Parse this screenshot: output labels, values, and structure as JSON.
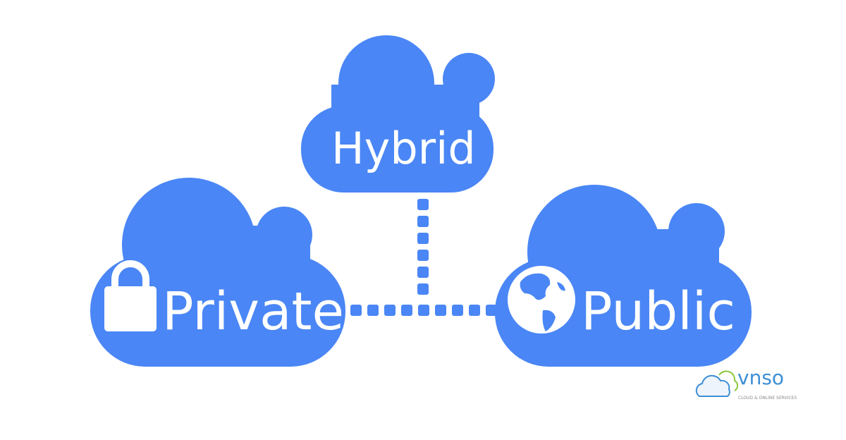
{
  "colors": {
    "cloud": "#4a86f5",
    "text": "#ffffff",
    "logo_blue": "#3d8fd6",
    "logo_green": "#8cc63f"
  },
  "clouds": [
    {
      "label": "Hybrid",
      "icon": ""
    },
    {
      "label": "Private",
      "icon": "lock-icon"
    },
    {
      "label": "Public",
      "icon": "globe-icon"
    }
  ],
  "logo": {
    "name": "vnso",
    "tagline": "CLOUD & ONLINE SERVICES"
  }
}
